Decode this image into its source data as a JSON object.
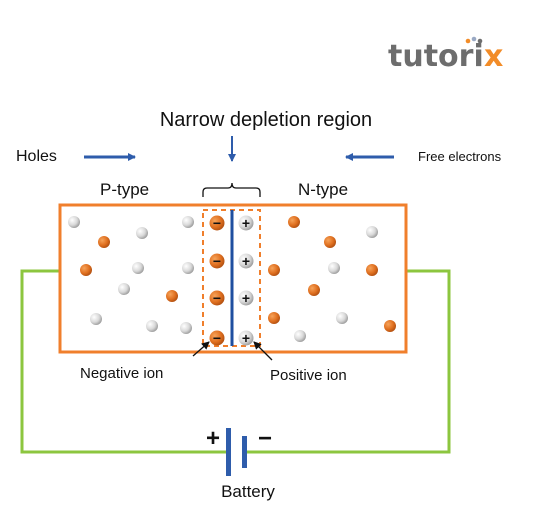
{
  "logo": {
    "text_main": "tutori",
    "text_end": "x",
    "colors": {
      "main": "#6d6d6d",
      "accent": "#f28c28",
      "dots": [
        "#f28c28",
        "#9aa9c4",
        "#6d6d6d"
      ]
    }
  },
  "labels": {
    "title": "Narrow depletion region",
    "holes": "Holes",
    "free_electrons": "Free electrons",
    "p_type": "P-type",
    "n_type": "N-type",
    "negative_ion": "Negative ion",
    "positive_ion": "Positive ion",
    "battery": "Battery",
    "plus": "+",
    "minus": "−",
    "ion_minus": "−",
    "ion_plus": "+"
  },
  "colors": {
    "junction_border": "#f07f2c",
    "depletion_dash": "#f07f2c",
    "junction_line": "#1f4fa0",
    "arrow": "#2e5cab",
    "wire": "#8cc63f",
    "battery_plate": "#2e5cab",
    "electron": "#e07020",
    "hole": "#d8d8d8",
    "text": "#111111"
  },
  "icons": {
    "hole": "white-circle",
    "electron": "orange-circle",
    "negative_ion": "orange-circle-minus",
    "positive_ion": "gray-circle-plus"
  }
}
